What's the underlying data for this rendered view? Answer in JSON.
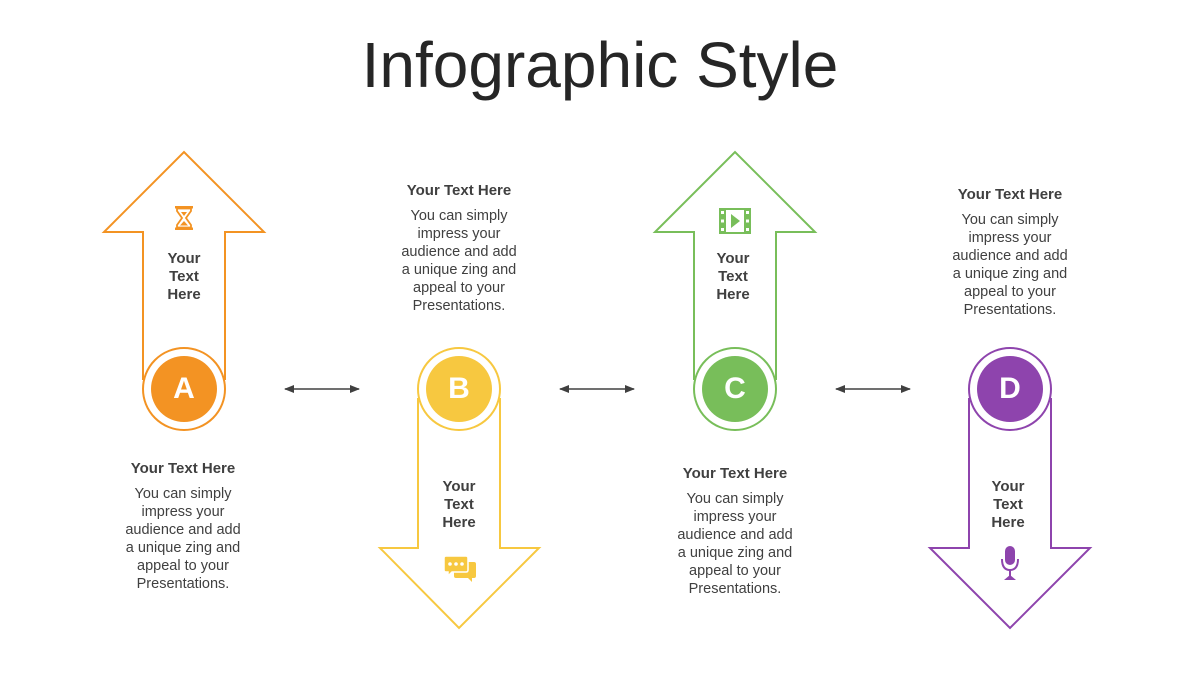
{
  "title": "Infographic Style",
  "colors": {
    "a": "#F39323",
    "b": "#F7C840",
    "c": "#78BE5A",
    "d": "#8E44AD",
    "connector": "#404040"
  },
  "steps": [
    {
      "letter": "A",
      "direction": "up",
      "icon": "hourglass-icon",
      "arrow_label": [
        "Your",
        "Text",
        "Here"
      ],
      "block_title": "Your Text  Here",
      "block_body": [
        "You can simply",
        "impress your",
        "audience and add",
        "a unique zing and",
        "appeal to your",
        "Presentations."
      ]
    },
    {
      "letter": "B",
      "direction": "down",
      "icon": "chat-bubbles-icon",
      "arrow_label": [
        "Your",
        "Text",
        "Here"
      ],
      "block_title": "Your Text  Here",
      "block_body": [
        "You can simply",
        "impress your",
        "audience and add",
        "a unique zing and",
        "appeal to your",
        "Presentations."
      ]
    },
    {
      "letter": "C",
      "direction": "up",
      "icon": "video-play-icon",
      "arrow_label": [
        "Your",
        "Text",
        "Here"
      ],
      "block_title": "Your Text  Here",
      "block_body": [
        "You can simply",
        "impress your",
        "audience and add",
        "a unique zing and",
        "appeal to your",
        "Presentations."
      ]
    },
    {
      "letter": "D",
      "direction": "down",
      "icon": "microphone-icon",
      "arrow_label": [
        "Your",
        "Text",
        "Here"
      ],
      "block_title": "Your Text  Here",
      "block_body": [
        "You can simply",
        "impress your",
        "audience and add",
        "a unique zing and",
        "appeal to your",
        "Presentations."
      ]
    }
  ]
}
